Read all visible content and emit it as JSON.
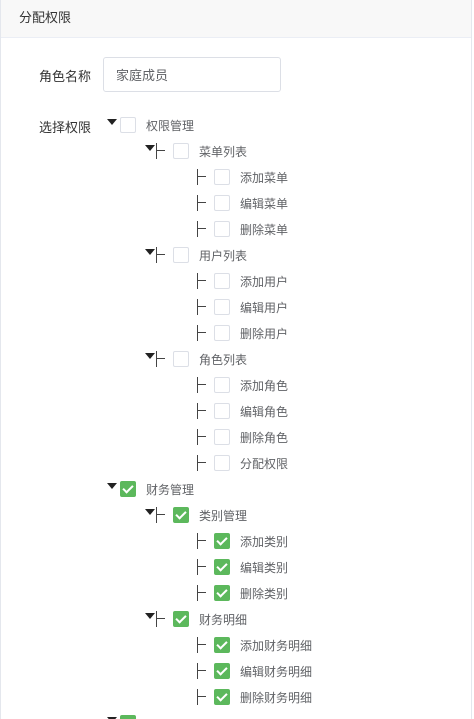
{
  "header": {
    "title": "分配权限"
  },
  "form": {
    "role_name_label": "角色名称",
    "role_name_value": "家庭成员",
    "permissions_label": "选择权限"
  },
  "tree": [
    {
      "label": "权限管理",
      "checked": false,
      "children": [
        {
          "label": "菜单列表",
          "checked": false,
          "children": [
            {
              "label": "添加菜单",
              "checked": false
            },
            {
              "label": "编辑菜单",
              "checked": false
            },
            {
              "label": "删除菜单",
              "checked": false
            }
          ]
        },
        {
          "label": "用户列表",
          "checked": false,
          "children": [
            {
              "label": "添加用户",
              "checked": false
            },
            {
              "label": "编辑用户",
              "checked": false
            },
            {
              "label": "删除用户",
              "checked": false
            }
          ]
        },
        {
          "label": "角色列表",
          "checked": false,
          "children": [
            {
              "label": "添加角色",
              "checked": false
            },
            {
              "label": "编辑角色",
              "checked": false
            },
            {
              "label": "删除角色",
              "checked": false
            },
            {
              "label": "分配权限",
              "checked": false
            }
          ]
        }
      ]
    },
    {
      "label": "财务管理",
      "checked": true,
      "children": [
        {
          "label": "类别管理",
          "checked": true,
          "children": [
            {
              "label": "添加类别",
              "checked": true
            },
            {
              "label": "编辑类别",
              "checked": true
            },
            {
              "label": "删除类别",
              "checked": true
            }
          ]
        },
        {
          "label": "财务明细",
          "checked": true,
          "children": [
            {
              "label": "添加财务明细",
              "checked": true
            },
            {
              "label": "编辑财务明细",
              "checked": true
            },
            {
              "label": "删除财务明细",
              "checked": true
            }
          ]
        }
      ]
    },
    {
      "label": "",
      "checked": true,
      "children": []
    }
  ],
  "colors": {
    "check_green": "#5cb85c",
    "header_bg": "#f8f8f8",
    "border": "#dcdfe6"
  },
  "icons": {
    "expand": "caret-down-icon",
    "checkbox": "checkbox-icon",
    "tree_line": "tree-connector-icon"
  }
}
